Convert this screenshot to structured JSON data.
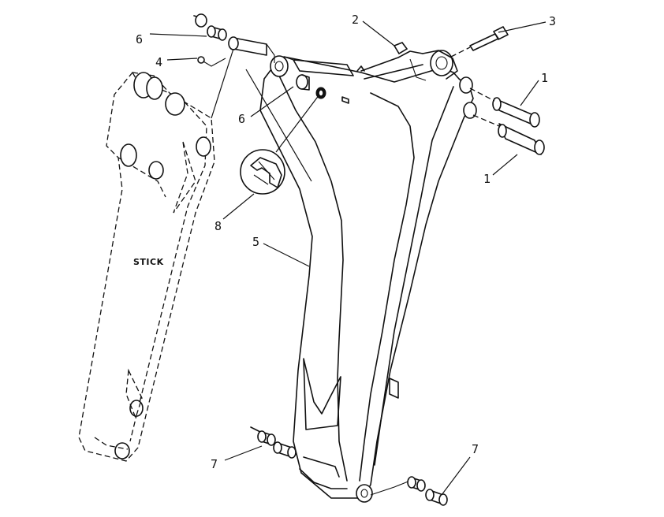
{
  "diagram": {
    "component_label": "STICK",
    "callouts": {
      "c1a": "1",
      "c1b": "1",
      "c2": "2",
      "c3": "3",
      "c4": "4",
      "c5": "5",
      "c6a": "6",
      "c6b": "6",
      "c7a": "7",
      "c7b": "7",
      "c8": "8"
    }
  }
}
